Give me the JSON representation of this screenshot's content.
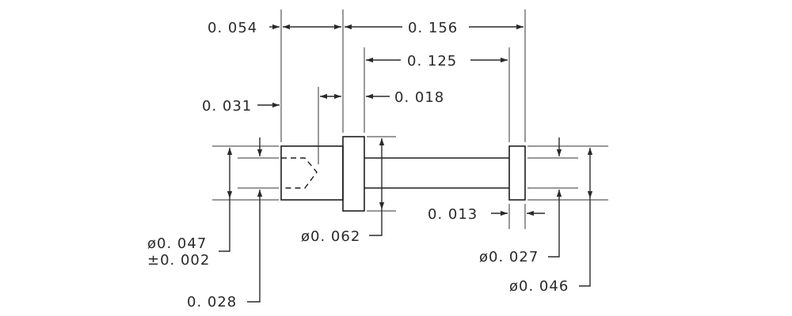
{
  "dimensions": {
    "d0054": "0. 054",
    "d0156": "0. 156",
    "d0125": "0. 125",
    "d0031": "0. 031",
    "d0018": "0. 018",
    "d0013": "0. 013",
    "d0028": "0. 028",
    "dia0047": "ø0. 047",
    "tol0002": "±0. 002",
    "dia0062": "ø0. 062",
    "dia0027": "ø0. 027",
    "dia0046": "ø0. 046"
  },
  "colors": {
    "line": "#2a2a2a",
    "background": "#ffffff"
  }
}
